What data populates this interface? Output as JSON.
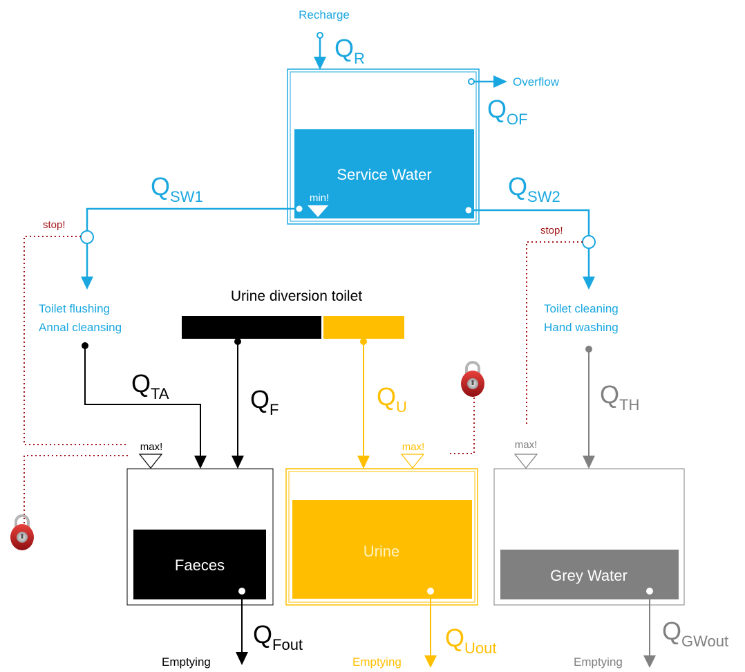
{
  "colors": {
    "blue": "#1aa7e0",
    "black": "#000000",
    "yellow": "#ffbf00",
    "grey": "#808080",
    "stop_red": "#a4161a",
    "lock_red": "#c81e1e"
  },
  "recharge": {
    "label": "Recharge",
    "q_main": "Q",
    "q_sub": "R"
  },
  "overflow": {
    "label": "Overflow",
    "q_main": "Q",
    "q_sub": "OF"
  },
  "service_water": {
    "label": "Service Water",
    "min_label": "min!"
  },
  "sw1": {
    "q_main": "Q",
    "q_sub": "SW1",
    "stop_label": "stop!",
    "use_line1": "Toilet flushing",
    "use_line2": "Annal cleansing"
  },
  "sw2": {
    "q_main": "Q",
    "q_sub": "SW2",
    "stop_label": "stop!",
    "use_line1": "Toilet cleaning",
    "use_line2": "Hand washing"
  },
  "toilet": {
    "title": "Urine diversion toilet"
  },
  "flows": {
    "ta": {
      "q_main": "Q",
      "q_sub": "TA"
    },
    "f": {
      "q_main": "Q",
      "q_sub": "F"
    },
    "u": {
      "q_main": "Q",
      "q_sub": "U"
    },
    "th": {
      "q_main": "Q",
      "q_sub": "TH"
    }
  },
  "tanks": {
    "faeces": {
      "label": "Faeces",
      "max_label": "max!",
      "q_out_main": "Q",
      "q_out_sub": "Fout",
      "emptying_label": "Emptying"
    },
    "urine": {
      "label": "Urine",
      "max_label": "max!",
      "q_out_main": "Q",
      "q_out_sub": "Uout",
      "emptying_label": "Emptying"
    },
    "grey": {
      "label": "Grey Water",
      "max_label": "max!",
      "q_out_main": "Q",
      "q_out_sub": "GWout",
      "emptying_label": "Emptying"
    }
  }
}
